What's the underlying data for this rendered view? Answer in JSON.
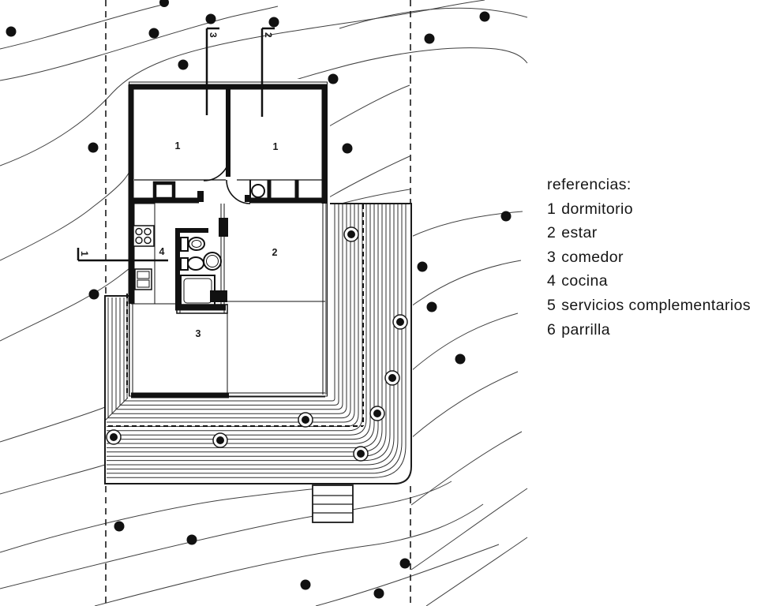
{
  "legend": {
    "title": "referencias:",
    "items": [
      {
        "number": "1",
        "label": "dormitorio"
      },
      {
        "number": "2",
        "label": "estar"
      },
      {
        "number": "3",
        "label": "comedor"
      },
      {
        "number": "4",
        "label": "cocina"
      },
      {
        "number": "5",
        "label": "servicios complementarios"
      },
      {
        "number": "6",
        "label": "parrilla"
      }
    ]
  },
  "plan": {
    "rooms": {
      "bedroom_left": "1",
      "bedroom_right": "1",
      "living": "2",
      "dining": "3",
      "kitchen": "4"
    },
    "section_markers": {
      "left": "1",
      "top_left": "3",
      "top_right": "2"
    }
  },
  "colors": {
    "ink": "#1a1a1a",
    "contour": "#404040",
    "paper": "#ffffff"
  }
}
